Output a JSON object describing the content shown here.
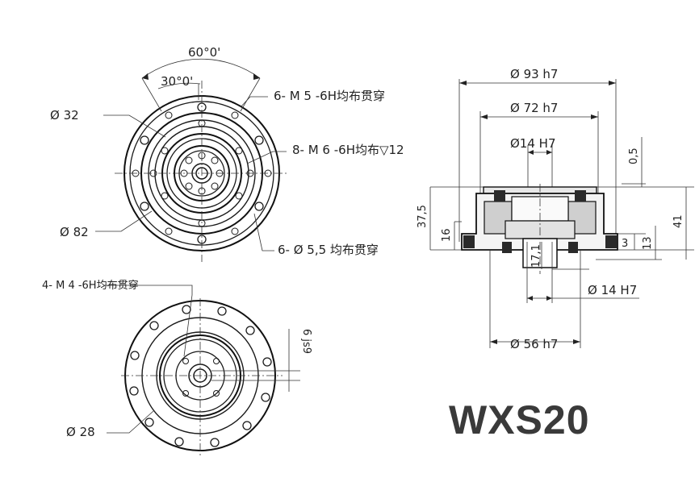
{
  "title": "WXS20",
  "front_view": {
    "angle_outer": "60°0'",
    "angle_inner": "30°0'",
    "thread_label_1": "6- M 5 -6H均布贯穿",
    "thread_label_2": "8- M 6 -6H均布▽12",
    "hole_label": "6- Ø 5,5 均布贯穿",
    "dia_inner": "Ø 32",
    "dia_outer": "Ø 82"
  },
  "back_view": {
    "thread_label": "4- M 4 -6H均布贯穿",
    "dia": "Ø 28",
    "tol": "6 js9"
  },
  "section_view": {
    "dia_93": "Ø 93 h7",
    "dia_72": "Ø 72 h7",
    "dia_14_top": "Ø14 H7",
    "dia_14_bottom": "Ø 14 H7",
    "dia_56": "Ø 56 h7",
    "h_05": "0,5",
    "h_375": "37,5",
    "h_16": "16",
    "h_41": "41",
    "h_3": "3",
    "h_13": "13",
    "h_171": "17,1"
  }
}
